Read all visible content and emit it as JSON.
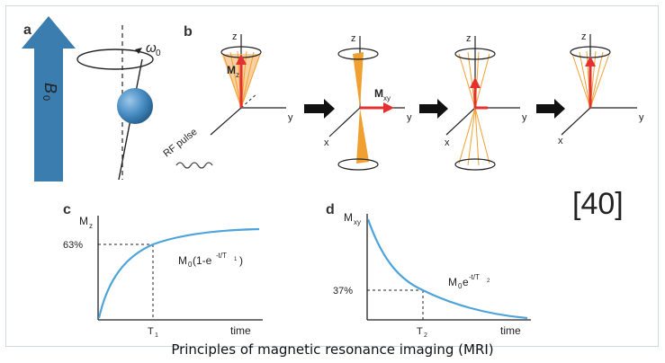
{
  "panel_a": {
    "label": "a",
    "field_label": "B",
    "field_sub": "0",
    "omega": "ω",
    "omega_sub": "0",
    "rf_label": "RF pulse"
  },
  "panel_b": {
    "label": "b",
    "axis_z": "z",
    "axis_y": "y",
    "axis_x": "x",
    "mz_label": "M",
    "mz_sub": "z",
    "mxy_label": "M",
    "mxy_sub": "xy"
  },
  "panel_c": {
    "label": "c",
    "ylabel_main": "M",
    "ylabel_sub": "z",
    "tick_y": "63%",
    "tick_x_main": "T",
    "tick_x_sub": "1",
    "xlabel": "time",
    "formula_a": "M",
    "formula_b": "0",
    "formula_c": "(1-e",
    "formula_d": "-t/T",
    "formula_e": "1",
    "formula_f": ")"
  },
  "panel_d": {
    "label": "d",
    "ylabel_main": "M",
    "ylabel_sub": "xy",
    "tick_y": "37%",
    "tick_x_main": "T",
    "tick_x_sub": "2",
    "xlabel": "time",
    "formula_a": "M",
    "formula_b": "0",
    "formula_c": "e",
    "formula_d": "-t/T",
    "formula_e": "2"
  },
  "reference": "[40]",
  "caption": "Principles of magnetic resonance imaging (MRI)",
  "colors": {
    "arrow_blue": "#3a7dae",
    "sphere": "#4a8fc4",
    "cone": "#f0a030",
    "vector": "#e53030",
    "curve": "#4ea3d8"
  }
}
